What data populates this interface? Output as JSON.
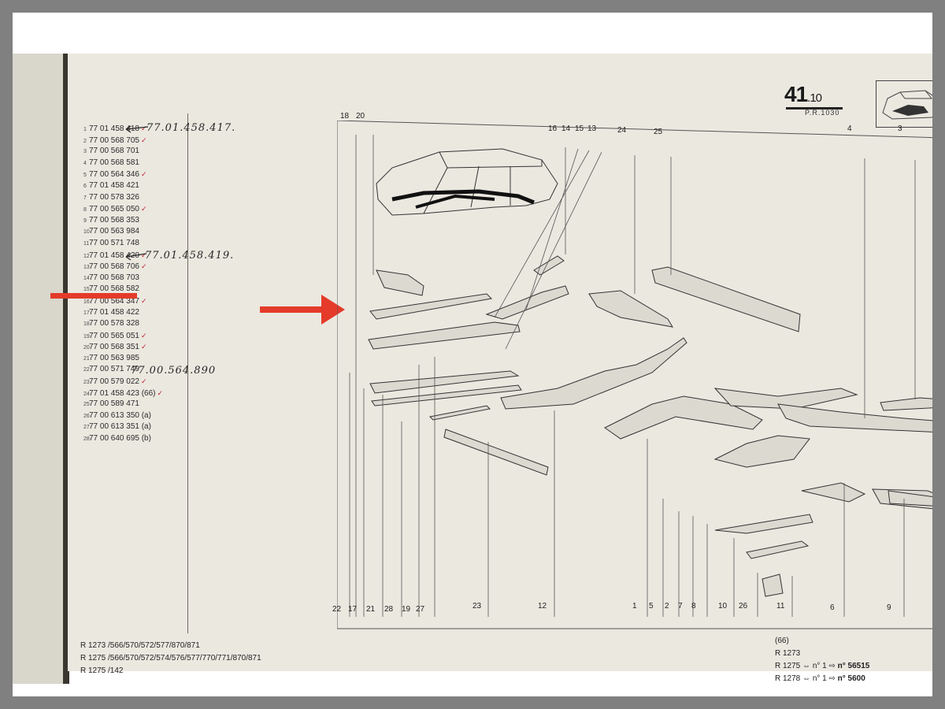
{
  "page": {
    "number_main": "41",
    "number_sub": ".10",
    "pr_code": "P.R.1030"
  },
  "parts_list": [
    {
      "idx": "1",
      "code": "77 01 458 418",
      "tick": true
    },
    {
      "idx": "2",
      "code": "77 00 568 705",
      "tick": true
    },
    {
      "idx": "3",
      "code": "77 00 568 701",
      "tick": false
    },
    {
      "idx": "4",
      "code": "77 00 568 581",
      "tick": false
    },
    {
      "idx": "5",
      "code": "77 00 564 346",
      "tick": true
    },
    {
      "idx": "6",
      "code": "77 01 458 421",
      "tick": false
    },
    {
      "idx": "7",
      "code": "77 00 578 326",
      "tick": false
    },
    {
      "idx": "8",
      "code": "77 00 565 050",
      "tick": true
    },
    {
      "idx": "9",
      "code": "77 00 568 353",
      "tick": false
    },
    {
      "idx": "10",
      "code": "77 00 563 984",
      "tick": false
    },
    {
      "idx": "11",
      "code": "77 00 571 748",
      "tick": false
    },
    {
      "idx": "12",
      "code": "77 01 458 420",
      "tick": true
    },
    {
      "idx": "13",
      "code": "77 00 568 706",
      "tick": true
    },
    {
      "idx": "14",
      "code": "77 00 568 703",
      "tick": false
    },
    {
      "idx": "15",
      "code": "77 00 568 582",
      "tick": false
    },
    {
      "idx": "16",
      "code": "77 00 564 347",
      "tick": true
    },
    {
      "idx": "17",
      "code": "77 01 458 422",
      "tick": false
    },
    {
      "idx": "18",
      "code": "77 00 578 328",
      "tick": false
    },
    {
      "idx": "19",
      "code": "77 00 565 051",
      "tick": true
    },
    {
      "idx": "20",
      "code": "77 00 568 351",
      "tick": true
    },
    {
      "idx": "21",
      "code": "77 00 563 985",
      "tick": false
    },
    {
      "idx": "22",
      "code": "77 00 571 749",
      "tick": false
    },
    {
      "idx": "23",
      "code": "77 00 579 022",
      "tick": true
    },
    {
      "idx": "24",
      "code": "77 01 458 423 (66)",
      "tick": true
    },
    {
      "idx": "25",
      "code": "77 00 589 471",
      "tick": false
    },
    {
      "idx": "26",
      "code": "77 00 613 350 (a)",
      "tick": false
    },
    {
      "idx": "27",
      "code": "77 00 613 351 (a)",
      "tick": false
    },
    {
      "idx": "28",
      "code": "77 00 640 695 (b)",
      "tick": false
    }
  ],
  "handwritten": {
    "note_1": "77.01.458.417.",
    "note_2": "77.01.458.419.",
    "note_3": "77.00.564.890"
  },
  "callouts_top": [
    "18",
    "20",
    "16",
    "14",
    "15",
    "13",
    "24",
    "25",
    "4",
    "3"
  ],
  "callouts_bottom": [
    "22",
    "17",
    "21",
    "28",
    "19",
    "27",
    "23",
    "12",
    "1",
    "5",
    "2",
    "7",
    "8",
    "10",
    "26",
    "11",
    "6",
    "9"
  ],
  "footer_left": [
    {
      "code": "R 1273",
      "variants": "/566/570/572/577/870/871"
    },
    {
      "code": "R 1275",
      "variants": "/566/570/572/574/576/577/770/771/870/871"
    },
    {
      "code": "R 1275",
      "variants": "/142"
    }
  ],
  "footer_right": {
    "note": "(66)",
    "rows": [
      {
        "code": "R 1273",
        "no": "",
        "num": ""
      },
      {
        "code": "R 1275",
        "no": "n° 1",
        "num": "n° 56515"
      },
      {
        "code": "R 1278",
        "no": "n° 1",
        "num": "n° 5600"
      }
    ]
  },
  "colors": {
    "annotation_red": "#e43b2a",
    "tick_red": "#c0212c",
    "paper": "#ebe8e0"
  }
}
